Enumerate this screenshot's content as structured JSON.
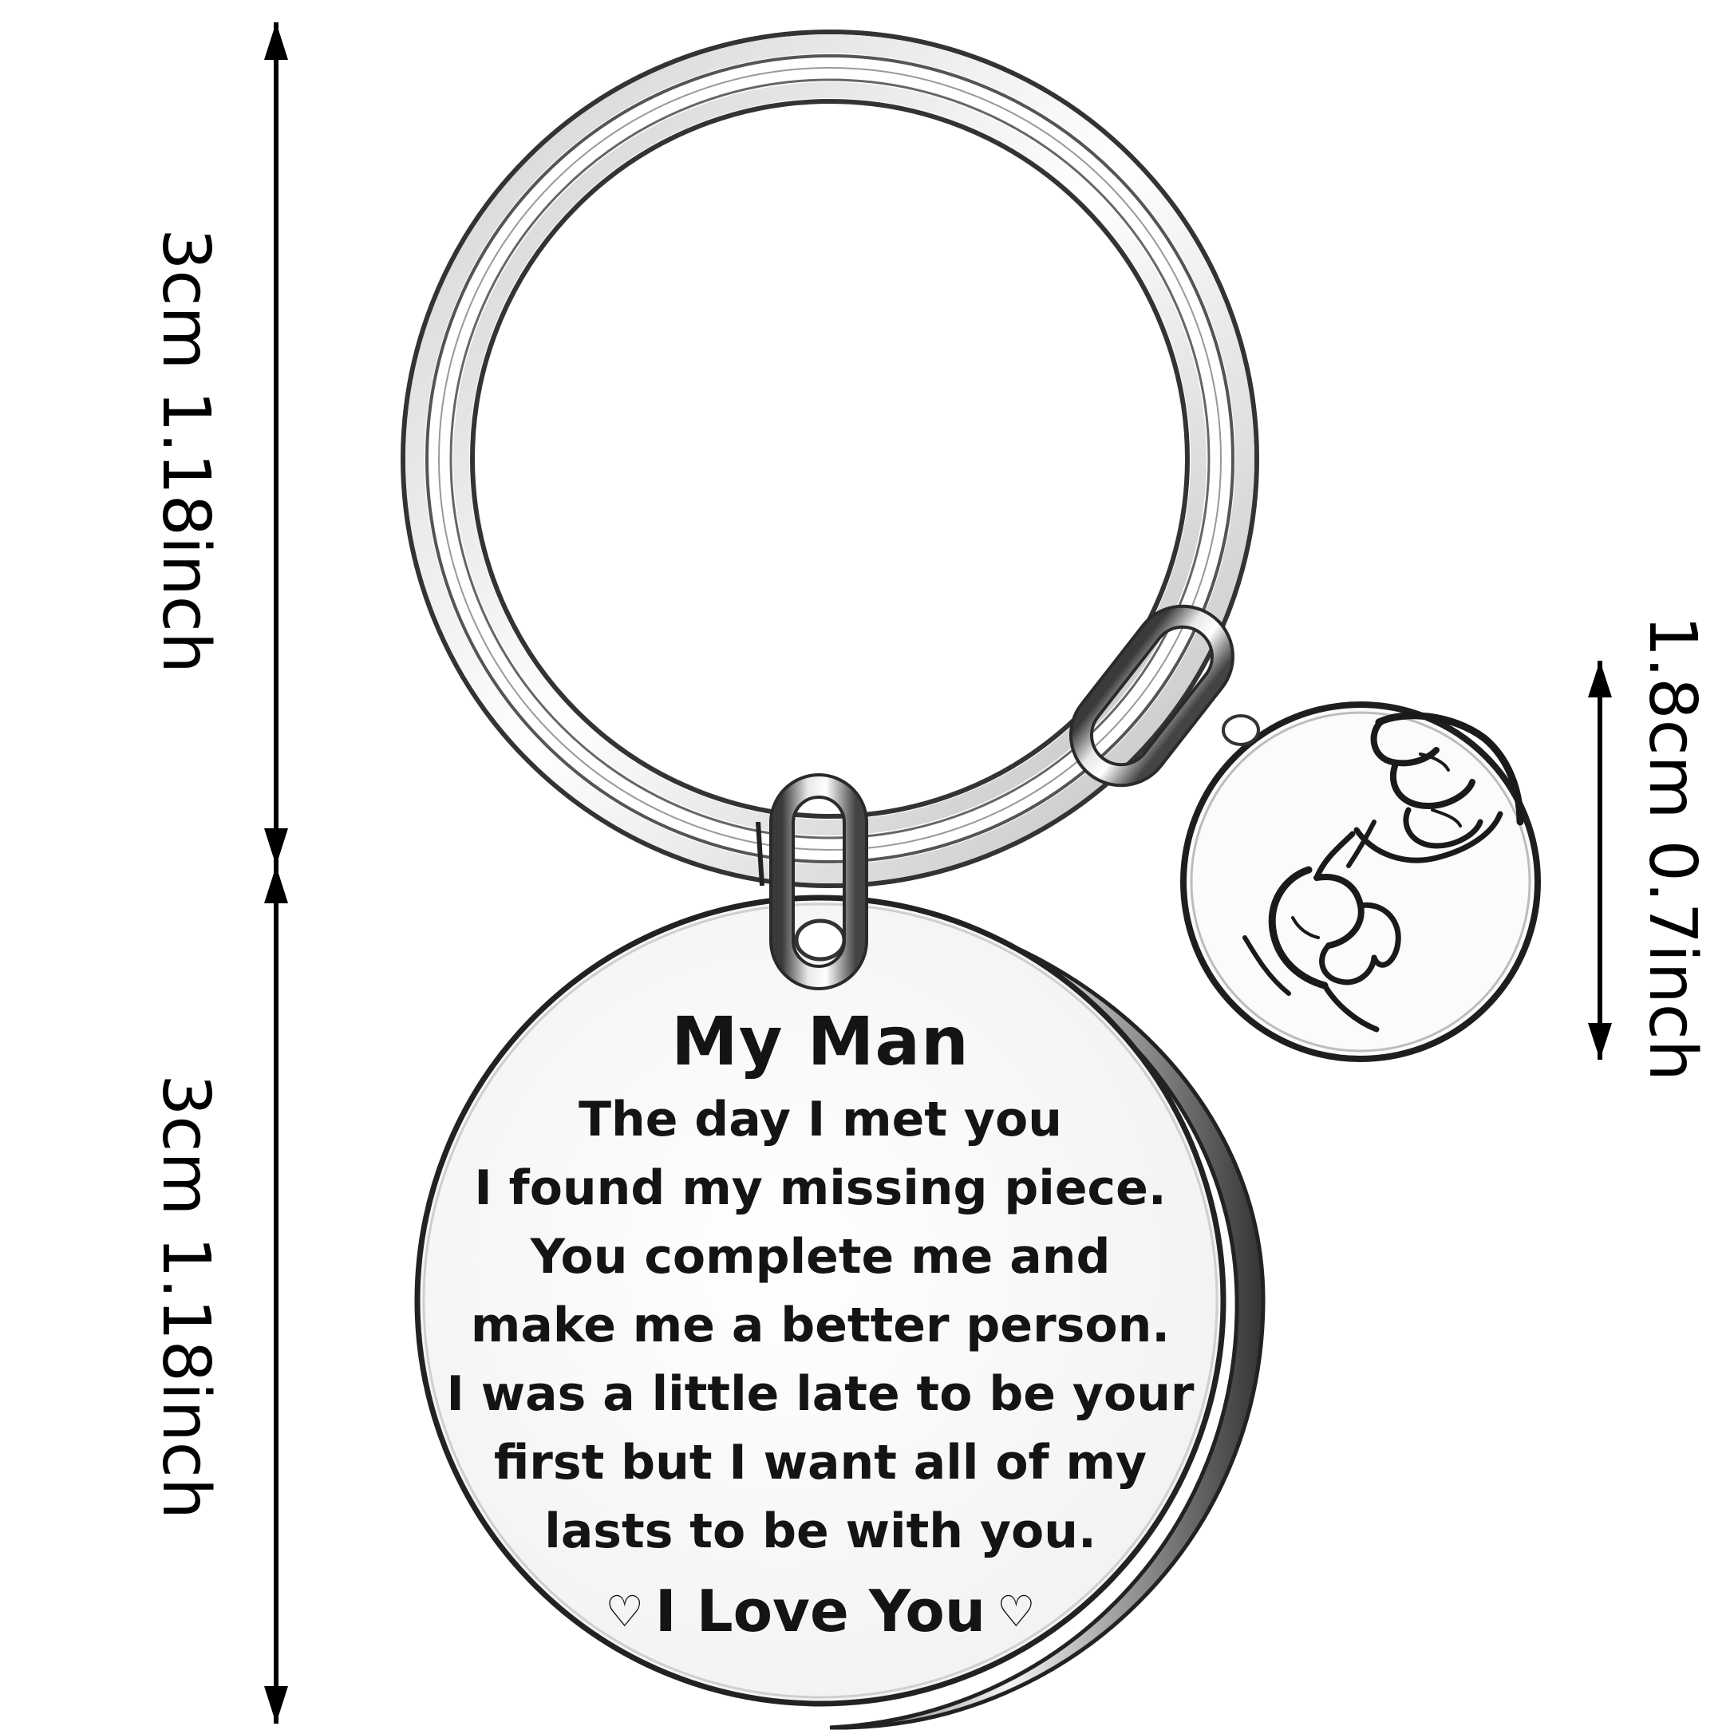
{
  "dimensions": {
    "ring_height": "3cm 1.18inch",
    "tag_height": "3cm 1.18inch",
    "charm_height": "1.8cm 0.7inch"
  },
  "tag": {
    "title": "My Man",
    "lines": [
      "The day I met you",
      "I found my missing piece.",
      "You complete me and",
      "make me a better person.",
      "I was a little late to be your",
      "first but I want all of my",
      "lasts to be with you."
    ],
    "closing": "I Love You",
    "heart_icon": "heart-outline-icon"
  },
  "charm": {
    "image": "pinky-promise-hands"
  },
  "colors": {
    "metal_light": "#ffffff",
    "metal_dark": "#2a2a2a",
    "text": "#141414"
  }
}
